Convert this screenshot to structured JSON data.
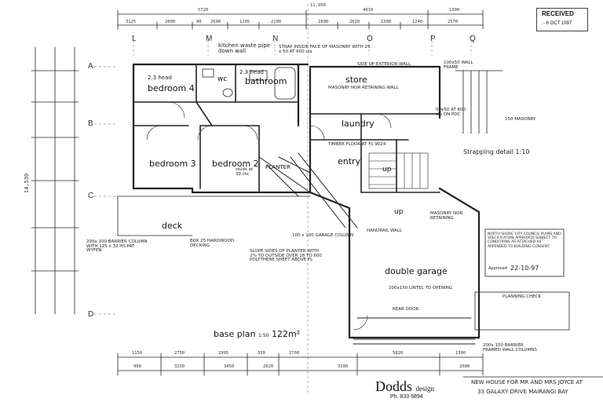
{
  "stamp": {
    "title": "RECEIVED",
    "date": "- 6 OCT 1997"
  },
  "rooms": {
    "bedroom4": "bedroom 4",
    "bathroom": "bathroom",
    "store": "store",
    "laundry": "laundry",
    "bedroom3": "bedroom 3",
    "bedroom2": "bedroom 2",
    "planter": "PLANTER",
    "entry": "entry",
    "deck": "deck",
    "double_garage": "double garage",
    "wc": "wc",
    "up1": "up",
    "up2": "up"
  },
  "grid_labels": {
    "columns": [
      "L",
      "M",
      "N",
      "O",
      "P",
      "Q"
    ],
    "rows": [
      "A",
      "B",
      "C",
      "D"
    ]
  },
  "top_dims": {
    "row1": [
      "5720",
      "11,950",
      "4910",
      "1300"
    ],
    "row2": [
      "3125",
      "2000",
      "90",
      "2690",
      "1195",
      "2100",
      "1690",
      "2020",
      "1500",
      "1240",
      "2570"
    ]
  },
  "bottom_dims": {
    "row1": [
      "1150",
      "2750",
      "2995",
      "330",
      "2700",
      "5820",
      "1300"
    ],
    "row2": [
      "900",
      "3250",
      "3450",
      "2620",
      "3100",
      "2080"
    ]
  },
  "left_dims": [
    "14,530"
  ],
  "notes": {
    "kitchen_waste": "kitchen waste pipe down wall",
    "head_bed4": "2.3 head",
    "head_bath": "2.3 head",
    "strap": "STRAP INSIDE FACE OF MASONRY WITH 25 x 50 AT 600 cts",
    "side_ext_wall": "SIDE OF EXTERIOR WALL",
    "masonry_retaining": "MASONRY NOR RETAINING WALL",
    "wall_frame": "100x50 WALL FRAME",
    "screw_note": "50x50 AT 600 cts ON PDC",
    "masonry_pdc": "150 MASONRY",
    "strapping_detail": "Strapping detail 1:10",
    "studs": "studs at 30 cts",
    "timber_floor": "TIMBER FLOOR AT FL 9024",
    "masonry_nor": "MASONRY NOR RETAINING",
    "handrail": "HANDRAIL WALL",
    "garage_column": "100 x 100 GARAGE COLUMN",
    "barrier_column": "200x 100 BARRIER COLUMN WITH 125 x 32 HS PAT WYFEN",
    "box_note": "BOX 25 HARDWOOD DECKING",
    "planter_note": "SLOPE SIDES OF PLANTER WITH 2% TO OUTSIDE OVER 18 TO 600 POLYTHENE SHEET ABOVE FL",
    "lintel": "200x150 LINTEL TO OPENING",
    "rear_door": "REAR DOOR",
    "barrier_framed": "200x 150 BARRIER FRAMED WALL COLUMNS",
    "planning_check": "PLANNING CHECK",
    "council": "NORTH SHORE CITY COUNCIL PLANS AND SPECIFICATION APPROVED SUBJECT TO CONDITIONS AS ATTACHED AS APPENDED TO BUILDING CONSENT",
    "council_date": "22-10-97",
    "approved": "Approved"
  },
  "title_block": {
    "plan_title": "base plan",
    "scale": "1:50",
    "area": "122m²",
    "firm": "Dodds",
    "firm_sub": "design",
    "phone": "Ph. 833 6894",
    "project_line1": "NEW HOUSE FOR MR AND MRS JOYCE AT",
    "project_line2": "33 GALAXY DRIVE MAIRANGI BAY"
  }
}
